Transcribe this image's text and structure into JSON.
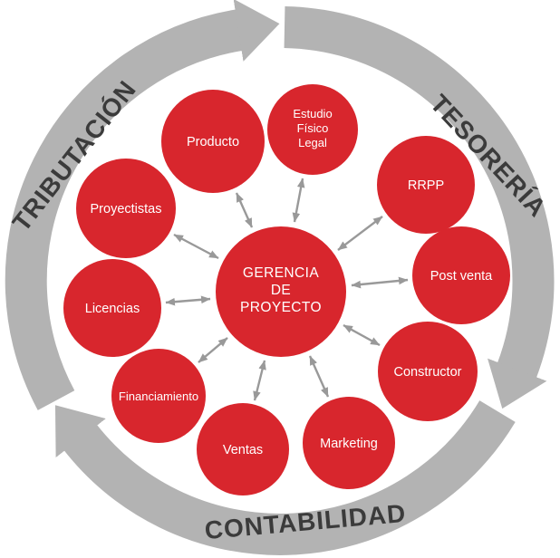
{
  "diagram": {
    "type": "hub-and-spoke-cycle",
    "center": {
      "lines": [
        "GERENCIA",
        "DE",
        "PROYECTO"
      ]
    },
    "nodes": [
      {
        "id": "producto",
        "label": "Producto"
      },
      {
        "id": "estudio-fisico-legal",
        "lines": [
          "Estudio",
          "Físico",
          "Legal"
        ]
      },
      {
        "id": "rrpp",
        "label": "RRPP"
      },
      {
        "id": "post-venta",
        "label": "Post venta"
      },
      {
        "id": "constructor",
        "label": "Constructor"
      },
      {
        "id": "marketing",
        "label": "Marketing"
      },
      {
        "id": "ventas",
        "label": "Ventas"
      },
      {
        "id": "financiamiento",
        "label": "Financiamiento"
      },
      {
        "id": "licencias",
        "label": "Licencias"
      },
      {
        "id": "proyectistas",
        "label": "Proyectistas"
      }
    ],
    "ring": {
      "labels": {
        "upper_left": "TRIBUTACIÓN",
        "upper_right": "TESORERÍA",
        "bottom": "CONTABILIDAD"
      }
    }
  },
  "colors": {
    "node_red": "#d8262d",
    "node_text": "#ffffff",
    "ring_gray": "#b3b3b3",
    "ring_text": "#3b3b3b",
    "arrow_gray": "#999999",
    "background": "#ffffff"
  }
}
